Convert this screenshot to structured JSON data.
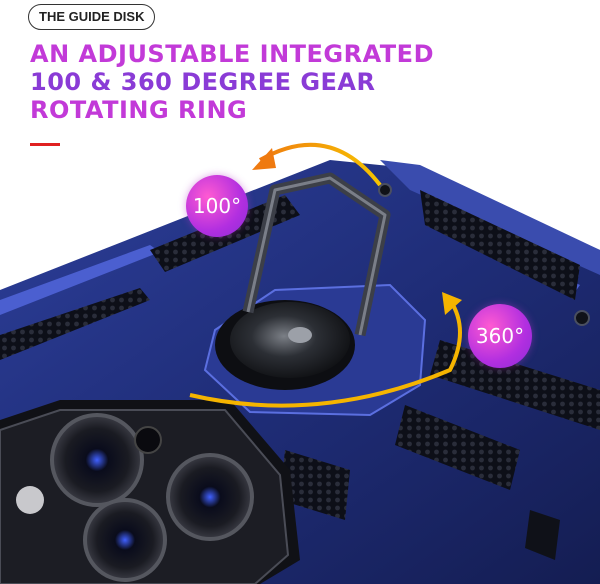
{
  "guide_label": "THE GUIDE DISK",
  "headline": {
    "line1": "AN ADJUSTABLE INTEGRATED",
    "line2": "100 & 360 DEGREE GEAR",
    "line3": "ROTATING RING"
  },
  "badges": {
    "tilt": "100°",
    "rotate": "360°"
  },
  "colors": {
    "case_blue": "#243586",
    "accent_red": "#e02020",
    "arrow_yellow": "#f5b400",
    "arrow_orange": "#ef7a10",
    "badge_pink": "#ff5ad2",
    "badge_purple": "#8b2bd8"
  }
}
